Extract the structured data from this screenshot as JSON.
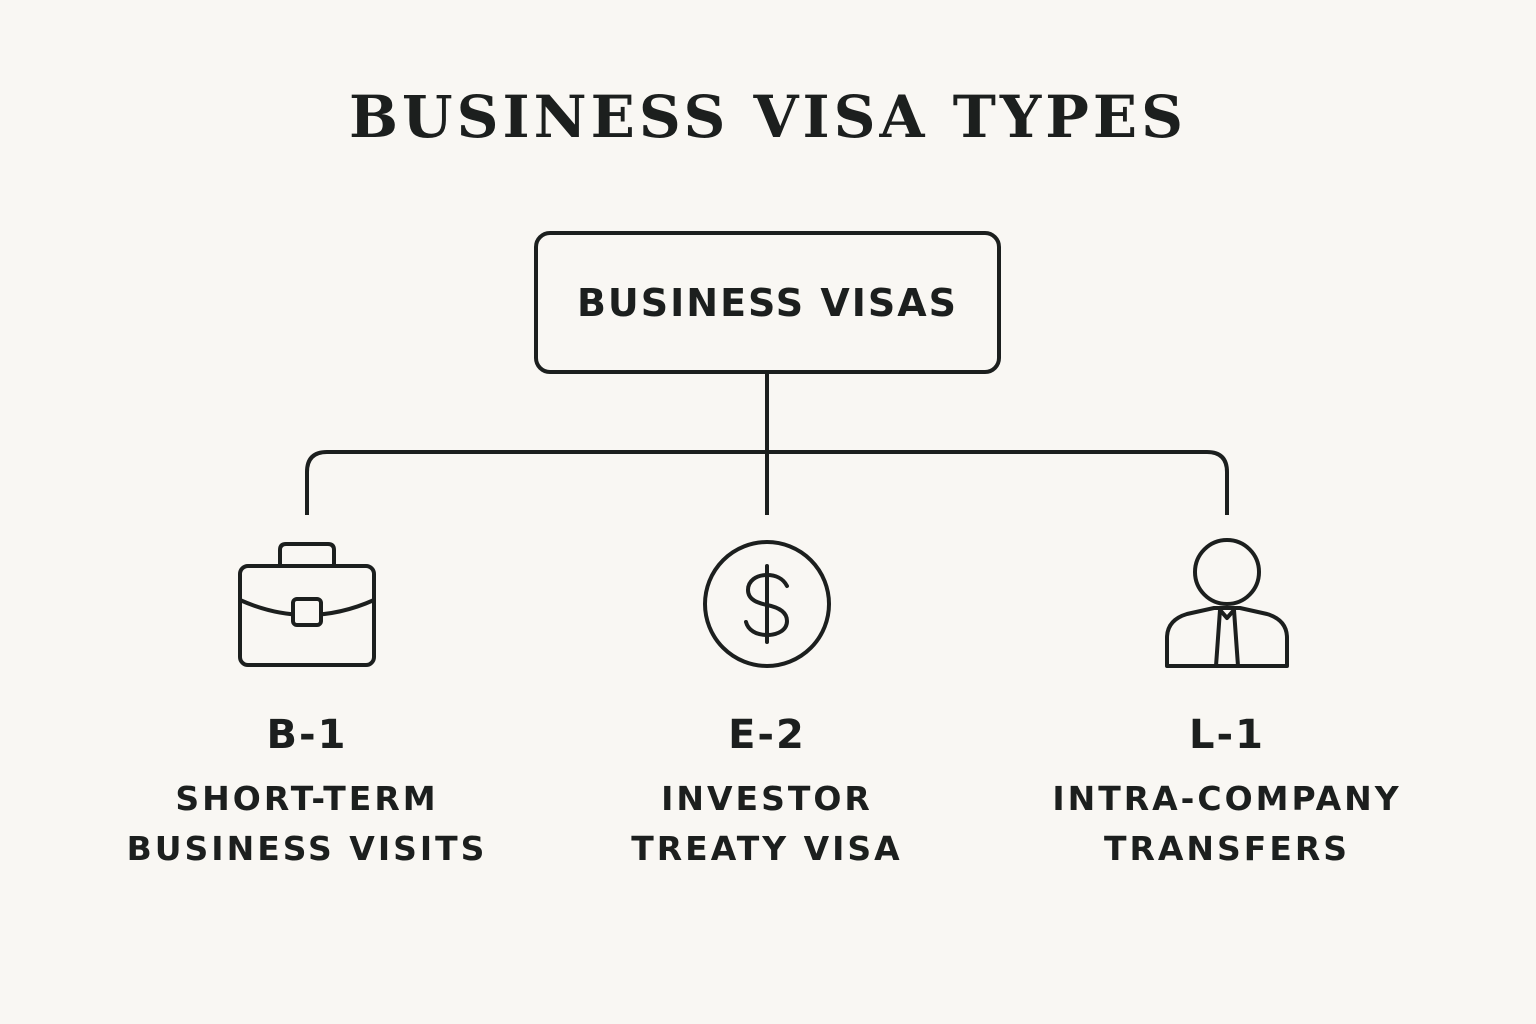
{
  "title": "BUSINESS VISA TYPES",
  "root": {
    "label": "BUSINESS VISAS"
  },
  "visas": [
    {
      "code": "B-1",
      "line1": "SHORT-TERM",
      "line2": "BUSINESS VISITS",
      "icon": "briefcase-icon"
    },
    {
      "code": "E-2",
      "line1": "INVESTOR",
      "line2": "TREATY VISA",
      "icon": "dollar-circle-icon"
    },
    {
      "code": "L-1",
      "line1": "INTRA-COMPANY",
      "line2": "TRANSFERS",
      "icon": "person-tie-icon"
    }
  ],
  "colors": {
    "background": "#f9f7f3",
    "ink": "#1c1f1e"
  }
}
